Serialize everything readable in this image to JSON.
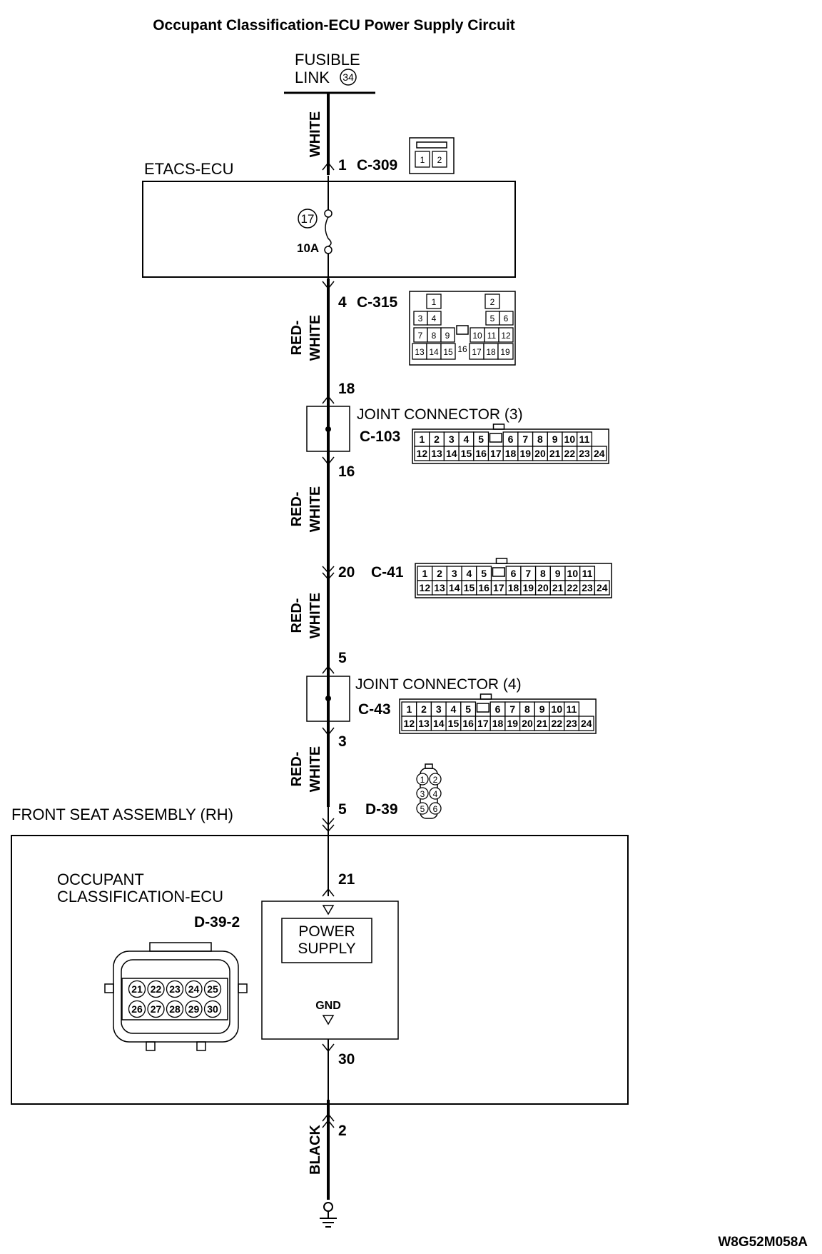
{
  "title": "Occupant Classification-ECU Power Supply Circuit",
  "drawing_code": "W8G52M058A",
  "fusible_link": {
    "line1": "FUSIBLE",
    "line2": "LINK",
    "number": "34"
  },
  "wires": [
    {
      "id": "w1",
      "color": "WHITE"
    },
    {
      "id": "w2",
      "line1": "RED-",
      "line2": "WHITE"
    },
    {
      "id": "w3",
      "line1": "RED-",
      "line2": "WHITE"
    },
    {
      "id": "w4",
      "line1": "RED-",
      "line2": "WHITE"
    },
    {
      "id": "w5",
      "line1": "RED-",
      "line2": "WHITE"
    },
    {
      "id": "w6",
      "color": "BLACK"
    }
  ],
  "etacs": {
    "label": "ETACS-ECU",
    "fuse_number": "17",
    "fuse_rating": "10A",
    "in_pin": "1",
    "in_connector": "C-309",
    "out_pin": "4",
    "out_connector": "C-315"
  },
  "c309_face": [
    "1",
    "2"
  ],
  "c315_face": {
    "row1": [
      "1",
      "2"
    ],
    "row2": [
      "3",
      "4",
      "5",
      "6"
    ],
    "row3": [
      "7",
      "8",
      "9",
      "10",
      "11",
      "12"
    ],
    "row4": [
      "13",
      "14",
      "15",
      "16",
      "17",
      "18",
      "19"
    ]
  },
  "joint3": {
    "label": "JOINT CONNECTOR (3)",
    "connector": "C-103",
    "in_pin": "18",
    "out_pin": "16",
    "top": [
      "1",
      "2",
      "3",
      "4",
      "5",
      "6",
      "7",
      "8",
      "9",
      "10",
      "11"
    ],
    "bottom": [
      "12",
      "13",
      "14",
      "15",
      "16",
      "17",
      "18",
      "19",
      "20",
      "21",
      "22",
      "23",
      "24"
    ]
  },
  "c41": {
    "connector": "C-41",
    "pin": "20",
    "top": [
      "1",
      "2",
      "3",
      "4",
      "5",
      "6",
      "7",
      "8",
      "9",
      "10",
      "11"
    ],
    "bottom": [
      "12",
      "13",
      "14",
      "15",
      "16",
      "17",
      "18",
      "19",
      "20",
      "21",
      "22",
      "23",
      "24"
    ]
  },
  "joint4": {
    "label": "JOINT CONNECTOR (4)",
    "connector": "C-43",
    "in_pin": "5",
    "out_pin": "3",
    "top": [
      "1",
      "2",
      "3",
      "4",
      "5",
      "6",
      "7",
      "8",
      "9",
      "10",
      "11"
    ],
    "bottom": [
      "12",
      "13",
      "14",
      "15",
      "16",
      "17",
      "18",
      "19",
      "20",
      "21",
      "22",
      "23",
      "24"
    ]
  },
  "d39": {
    "connector": "D-39",
    "pin": "5",
    "face": [
      "1",
      "2",
      "3",
      "4",
      "5",
      "6"
    ]
  },
  "seat": {
    "label": "FRONT SEAT ASSEMBLY (RH)",
    "ecu_line1": "OCCUPANT",
    "ecu_line2": "CLASSIFICATION-ECU",
    "ecu_connector": "D-39-2",
    "face_top": [
      "21",
      "22",
      "23",
      "24",
      "25"
    ],
    "face_bottom": [
      "26",
      "27",
      "28",
      "29",
      "30"
    ],
    "power_pin": "21",
    "gnd_pin": "30",
    "power_line1": "POWER",
    "power_line2": "SUPPLY",
    "gnd_label": "GND"
  },
  "ground": {
    "pin": "2"
  }
}
